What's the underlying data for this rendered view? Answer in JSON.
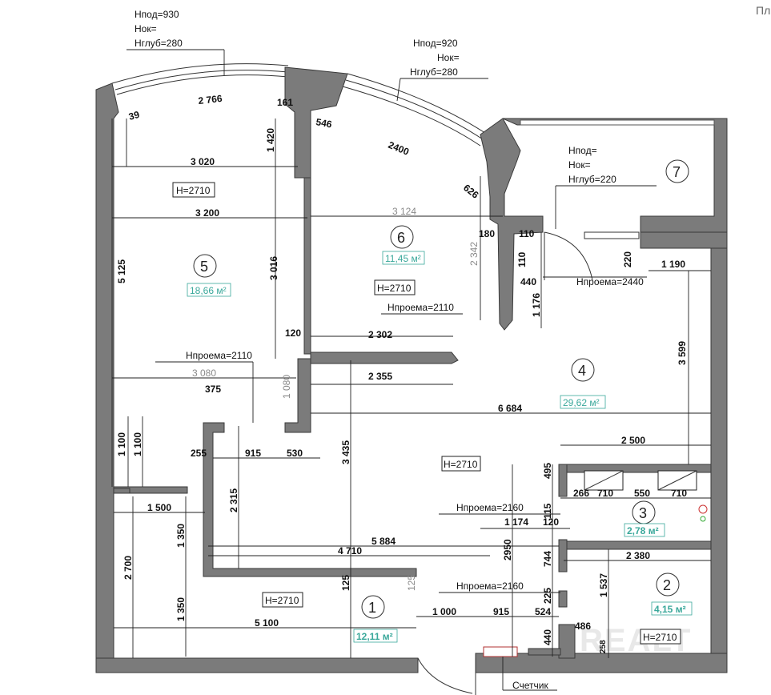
{
  "header": {
    "corner_text": "Пл"
  },
  "windows": [
    {
      "h_sill": "Нпод=930",
      "h_ok": "Нок=",
      "h_depth": "Нглуб=280"
    },
    {
      "h_sill": "Нпод=920",
      "h_ok": "Нок=",
      "h_depth": "Нглуб=280"
    },
    {
      "h_sill": "Нпод=",
      "h_ok": "Нок=",
      "h_depth": "Нглуб=220"
    }
  ],
  "rooms": [
    {
      "number": "1",
      "area": "12,11 м²",
      "height": "H=2710"
    },
    {
      "number": "2",
      "area": "4,15 м²",
      "height": "H=2710"
    },
    {
      "number": "3",
      "area": "2,78 м²"
    },
    {
      "number": "4",
      "area": "29,62 м²",
      "height": "H=2710"
    },
    {
      "number": "5",
      "area": "18,66 м²",
      "height": "H=2710"
    },
    {
      "number": "6",
      "area": "11,45 м²",
      "height": "H=2710"
    },
    {
      "number": "7"
    }
  ],
  "openings": [
    "Нпроема=2110",
    "Нпроема=2110",
    "Нпроема=2440",
    "Нпроема=2160",
    "Нпроема=2160"
  ],
  "dimensions": {
    "d2766": "2 766",
    "d39": "39",
    "d161": "161",
    "d546": "546",
    "d2400": "2400",
    "d626": "626",
    "d1420": "1 420",
    "d3020": "3 020",
    "d3200": "3 200",
    "d3124": "3 124",
    "d5125": "5 125",
    "d3016": "3 016",
    "d2342": "2 342",
    "d180": "180",
    "d110a": "110",
    "d110b": "110",
    "d440a": "440",
    "d1176": "1 176",
    "d220": "220",
    "d1190": "1 190",
    "d120a": "120",
    "d2302": "2 302",
    "d3080": "3 080",
    "d375": "375",
    "d1080": "1 080",
    "d2355": "2 355",
    "d3599": "3 599",
    "d6684": "6 684",
    "d1100a": "1 100",
    "d1100b": "1 100",
    "d255": "255",
    "d915a": "915",
    "d530": "530",
    "d3435": "3 435",
    "d2500": "2 500",
    "d495": "495",
    "d266": "266",
    "d710a": "710",
    "d550": "550",
    "d710b": "710",
    "d2315": "2 315",
    "d1500": "1 500",
    "d1174": "1 174",
    "d115": "115",
    "d120b": "120",
    "d1350a": "1 350",
    "d5884": "5 884",
    "d4710": "4 710",
    "d2950": "2950",
    "d744": "744",
    "d2380": "2 380",
    "d2700": "2 700",
    "d125a": "125",
    "d125b": "125",
    "d1537": "1 537",
    "d225": "225",
    "d1350b": "1 350",
    "d5100": "5 100",
    "d1000": "1 000",
    "d915b": "915",
    "d524": "524",
    "d486": "486",
    "d440b": "440",
    "d258": "258"
  },
  "meter": {
    "label": "Счетчик"
  },
  "watermark": "REALT"
}
